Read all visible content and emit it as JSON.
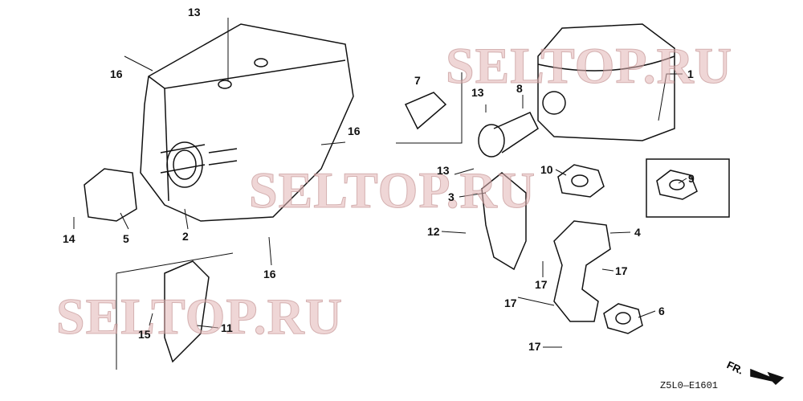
{
  "watermark": "SELTOP.RU",
  "diagram_code": "Z5L0—E1601",
  "front_marker": "FR.",
  "callouts": [
    {
      "id": "c13a",
      "text": "13"
    },
    {
      "id": "c16a",
      "text": "16"
    },
    {
      "id": "c7",
      "text": "7"
    },
    {
      "id": "c13b",
      "text": "13"
    },
    {
      "id": "c8",
      "text": "8"
    },
    {
      "id": "c1",
      "text": "1"
    },
    {
      "id": "c16b",
      "text": "16"
    },
    {
      "id": "c13c",
      "text": "13"
    },
    {
      "id": "c10",
      "text": "10"
    },
    {
      "id": "c9",
      "text": "9"
    },
    {
      "id": "c3",
      "text": "3"
    },
    {
      "id": "c12",
      "text": "12"
    },
    {
      "id": "c4",
      "text": "4"
    },
    {
      "id": "c14",
      "text": "14"
    },
    {
      "id": "c5",
      "text": "5"
    },
    {
      "id": "c2",
      "text": "2"
    },
    {
      "id": "c16c",
      "text": "16"
    },
    {
      "id": "c17a",
      "text": "17"
    },
    {
      "id": "c17b",
      "text": "17"
    },
    {
      "id": "c17c",
      "text": "17"
    },
    {
      "id": "c6",
      "text": "6"
    },
    {
      "id": "c15",
      "text": "15"
    },
    {
      "id": "c11",
      "text": "11"
    },
    {
      "id": "c17d",
      "text": "17"
    }
  ]
}
